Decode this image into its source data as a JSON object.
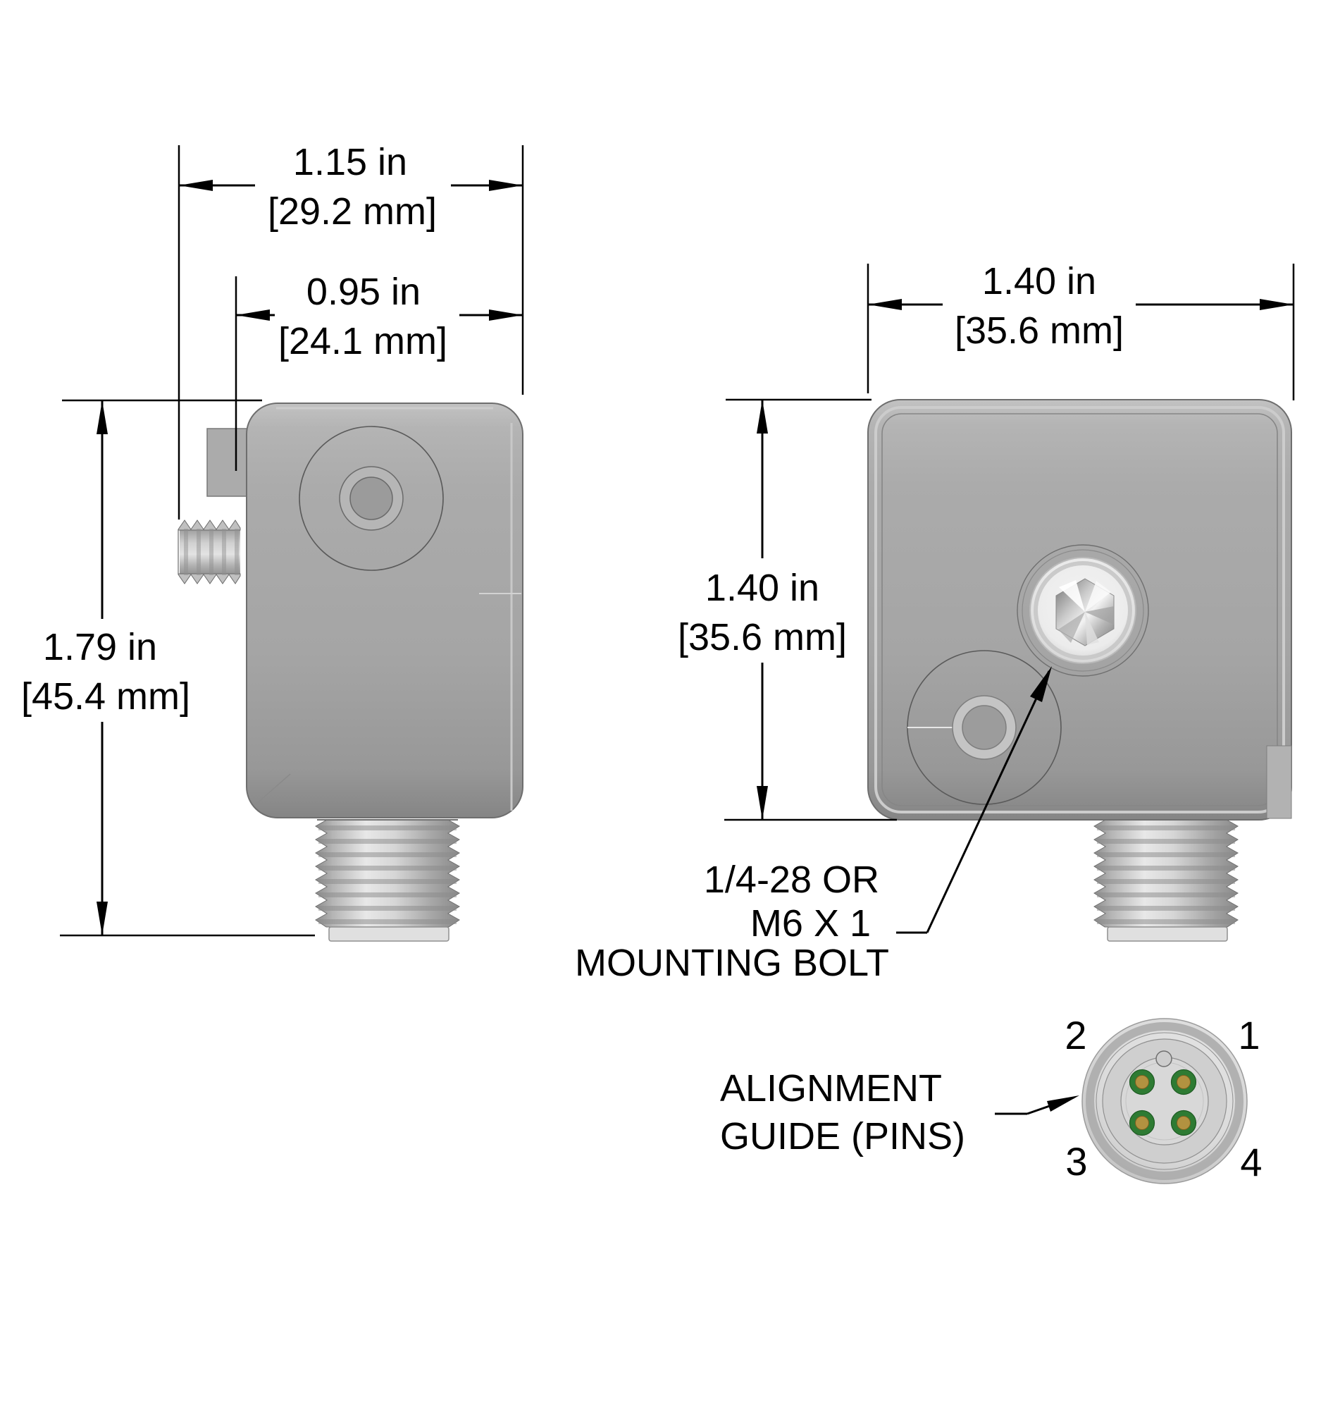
{
  "dimensions": {
    "overall_depth": {
      "inches": "1.15 in",
      "millimeters": "[29.2 mm]"
    },
    "body_depth": {
      "inches": "0.95 in",
      "millimeters": "[24.1 mm]"
    },
    "overall_height": {
      "inches": "1.79 in",
      "millimeters": "[45.4 mm]"
    },
    "front_width": {
      "inches": "1.40 in",
      "millimeters": "[35.6 mm]"
    },
    "front_height": {
      "inches": "1.40 in",
      "millimeters": "[35.6 mm]"
    }
  },
  "callouts": {
    "mounting_bolt": {
      "line1": "1/4-28 OR",
      "line2": "M6 X 1",
      "line3": "MOUNTING BOLT"
    },
    "alignment_guide": {
      "line1": "ALIGNMENT",
      "line2": "GUIDE (PINS)"
    }
  },
  "connector": {
    "pin_labels": {
      "pin1": "1",
      "pin2": "2",
      "pin3": "3",
      "pin4": "4"
    }
  },
  "colors": {
    "line": "#000000",
    "body_gray": "#a8a8a8",
    "pin_ring_green": "#2e7b33",
    "pin_contact_brass": "#b29240"
  }
}
